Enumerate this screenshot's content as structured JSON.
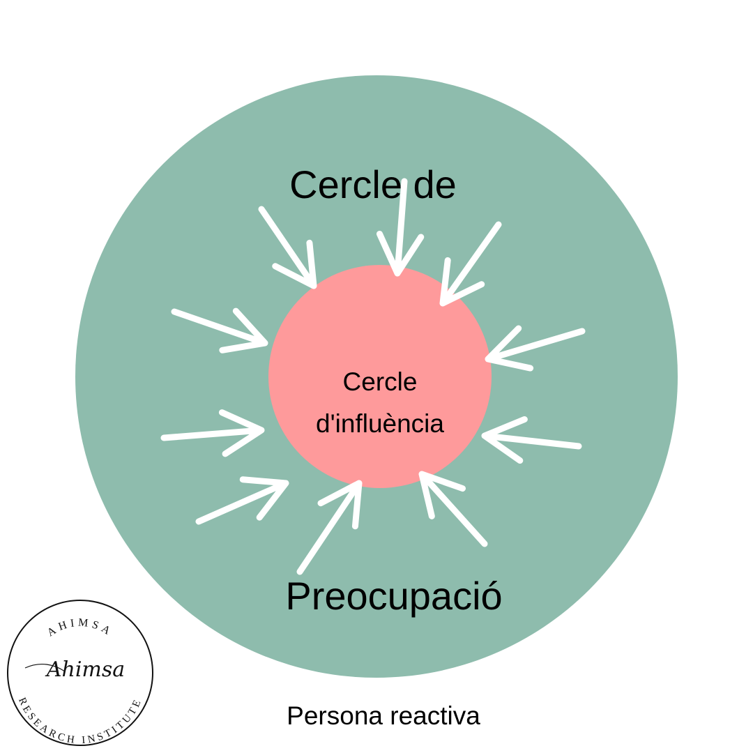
{
  "outer_circle": {
    "label_top": "Cercle de",
    "label_bottom": "Preocupació",
    "color": "#8EBCAD"
  },
  "inner_circle": {
    "label_line1": "Cercle",
    "label_line2": "d'influència",
    "color": "#FE9A9B"
  },
  "caption": "Persona reactiva",
  "logo": {
    "top_text": "AHIMSA",
    "script_text": "Ahimsa",
    "bottom_text": "RESEARCH INSTITUTE"
  }
}
